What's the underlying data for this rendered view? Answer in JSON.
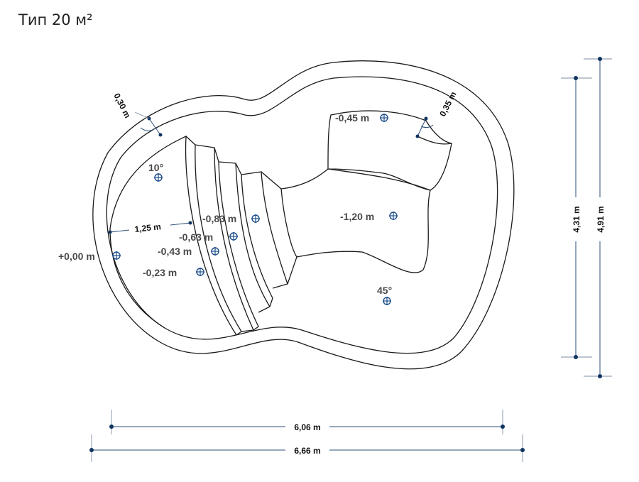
{
  "title": "Тип 20 м²",
  "depth_marks": {
    "d000": "+0,00 m",
    "d023": "-0,23 m",
    "d043": "-0,43 m",
    "d063": "-0,63 m",
    "d083": "-0,83 m",
    "d045": "-0,45 m",
    "d120": "-1,20 m"
  },
  "angles": {
    "a10": "10°",
    "a45": "45°"
  },
  "dimensions": {
    "wall_left": "0,30 m",
    "wall_right": "0,35 m",
    "step_width": "1,25 m",
    "width_inner": "6,06 m",
    "width_outer": "6,66 m",
    "height_inner": "4,31 m",
    "height_outer": "4,91 m"
  }
}
